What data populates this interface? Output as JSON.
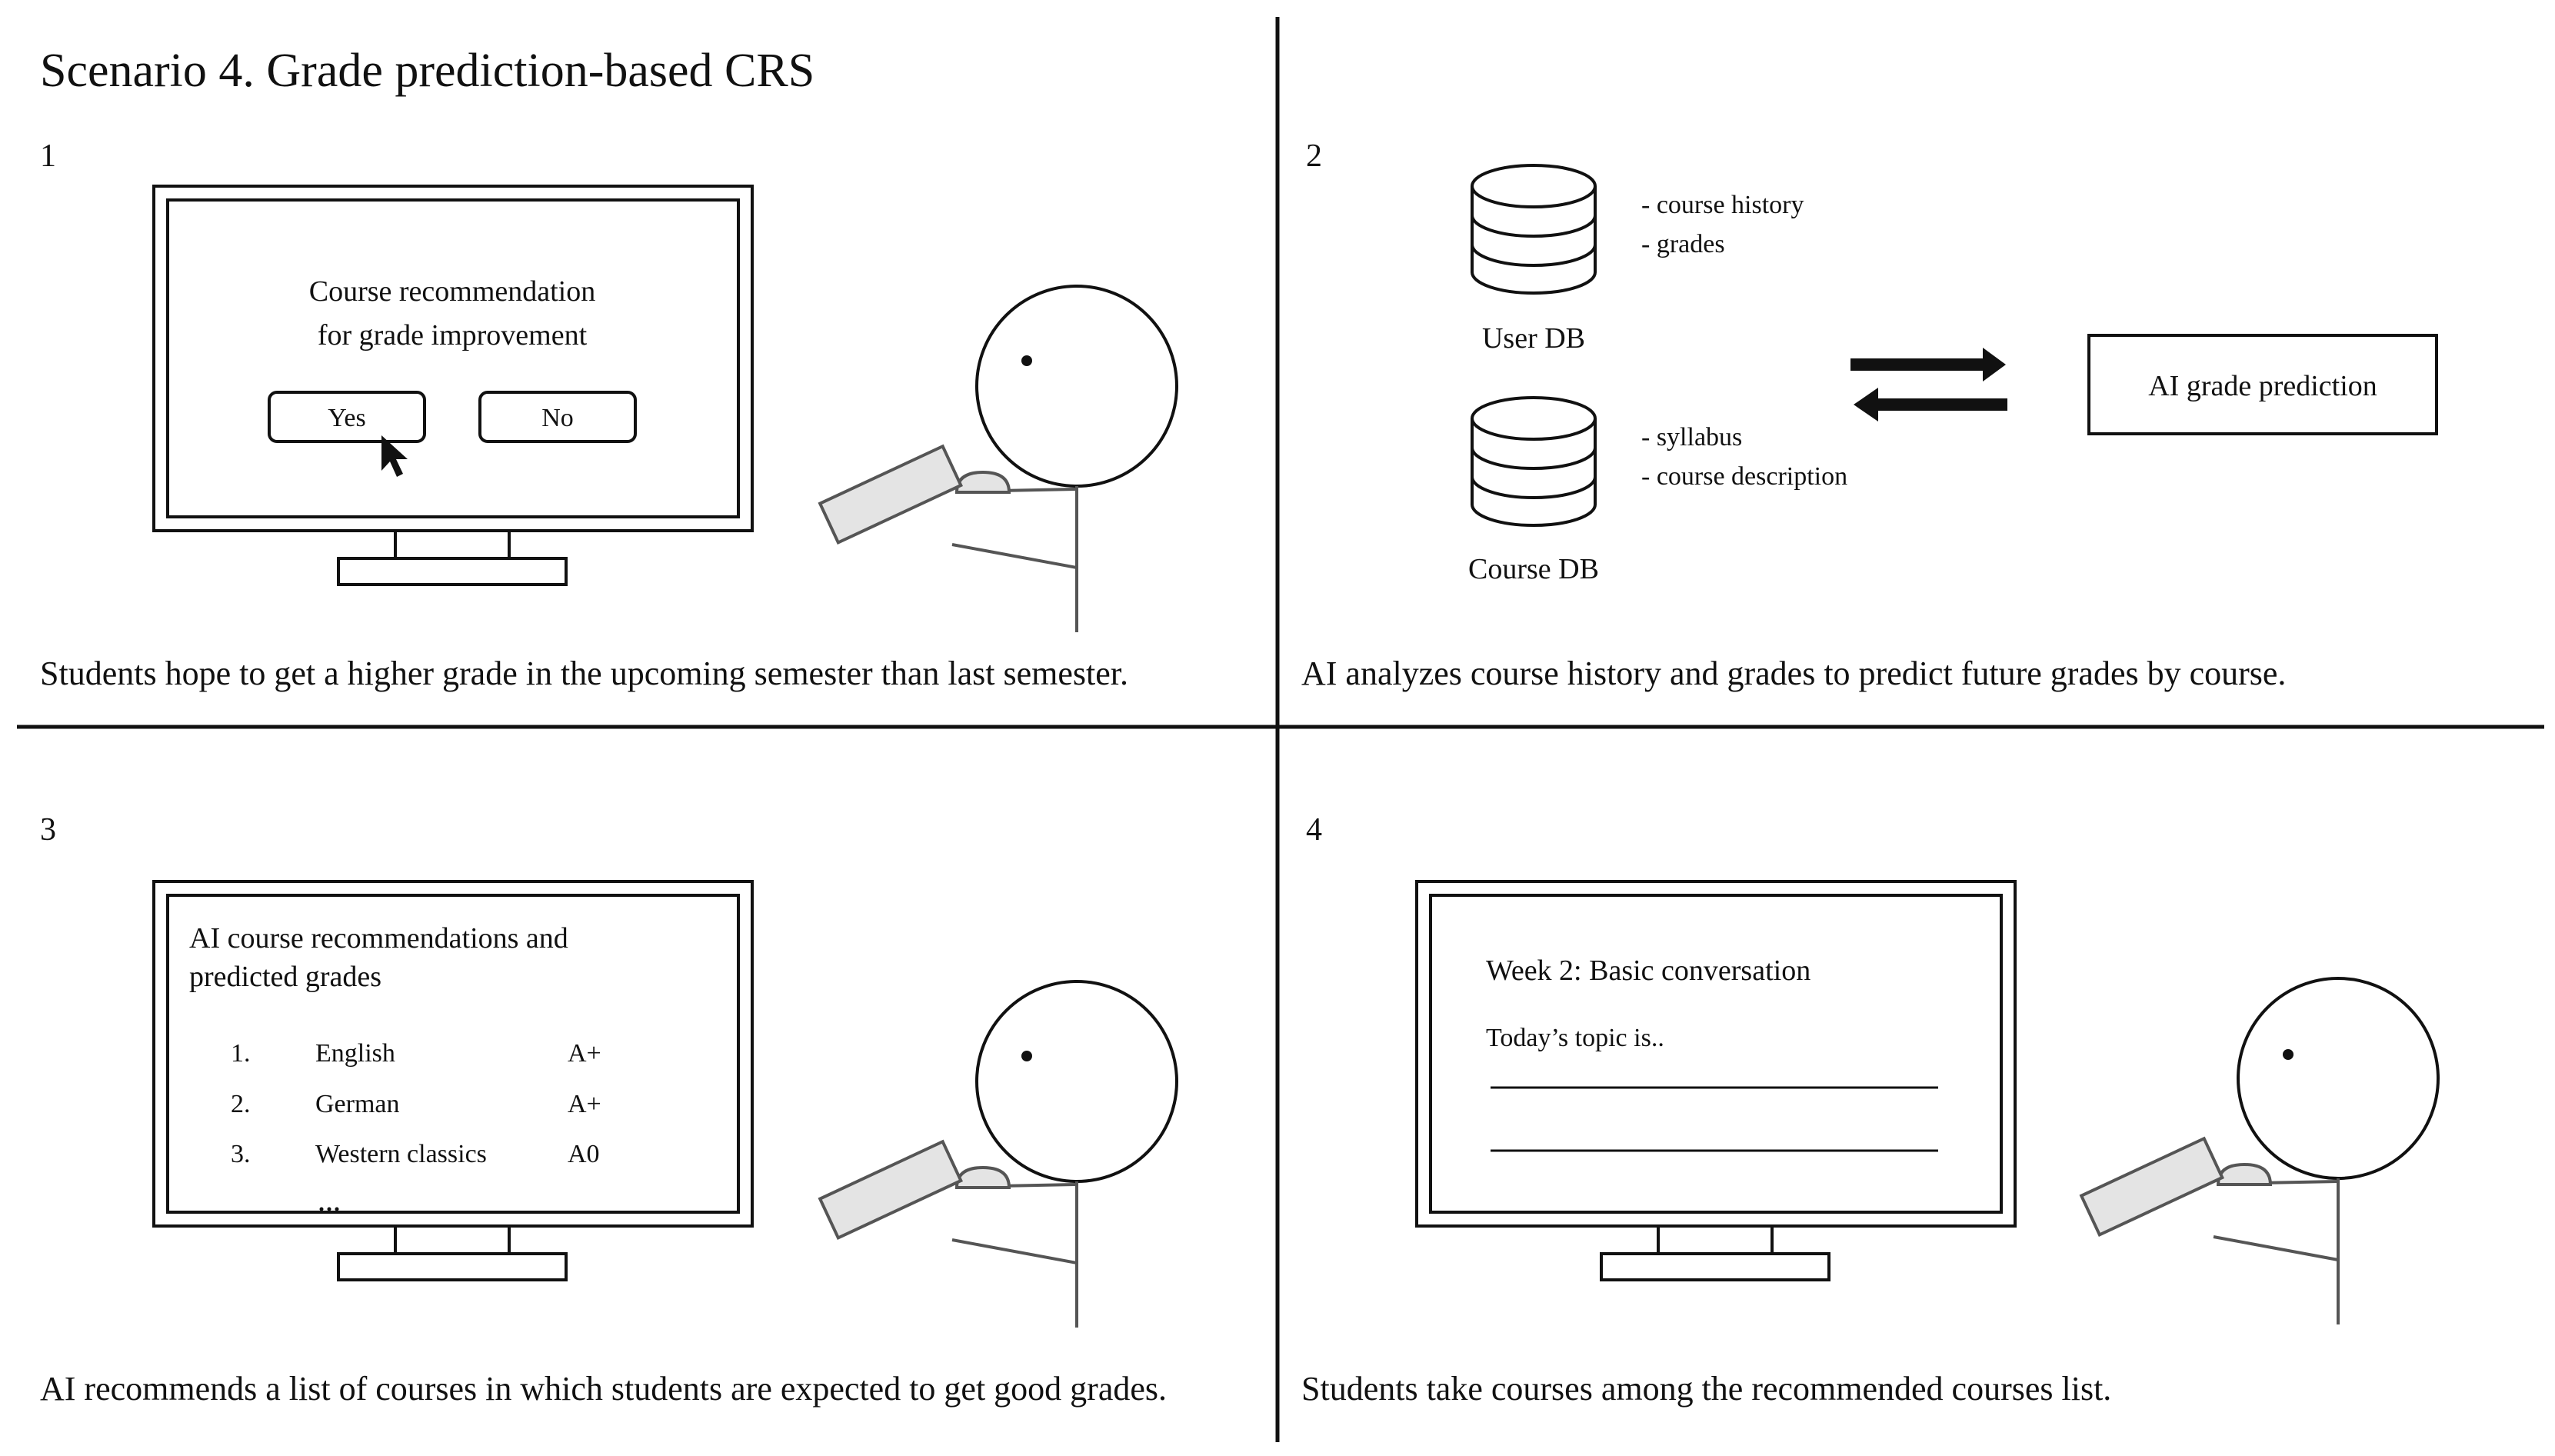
{
  "title": "Scenario 4. Grade prediction-based CRS",
  "panel1": {
    "number": "1",
    "screen_line1": "Course recommendation",
    "screen_line2": "for grade improvement",
    "yes_label": "Yes",
    "no_label": "No",
    "caption": "Students hope to get a higher grade in the upcoming semester than last semester."
  },
  "panel2": {
    "number": "2",
    "user_db_label": "User DB",
    "user_db_items": [
      "- course history",
      "- grades"
    ],
    "course_db_label": "Course DB",
    "course_db_items": [
      "- syllabus",
      "- course description"
    ],
    "ai_box_label": "AI grade prediction",
    "caption": "AI analyzes course history and grades to predict future grades by course."
  },
  "panel3": {
    "number": "3",
    "screen_title_line1": "AI course recommendations and",
    "screen_title_line2": "predicted grades",
    "courses": [
      {
        "rank": "1.",
        "name": "English",
        "grade": "A+"
      },
      {
        "rank": "2.",
        "name": "German",
        "grade": "A+"
      },
      {
        "rank": "3.",
        "name": "Western classics",
        "grade": "A0"
      }
    ],
    "caption": "AI recommends a list of courses in which students are expected to get good grades."
  },
  "panel4": {
    "number": "4",
    "screen_title": "Week 2: Basic conversation",
    "screen_subtitle": "Today’s topic is..",
    "caption": "Students take courses among the recommended courses list."
  }
}
